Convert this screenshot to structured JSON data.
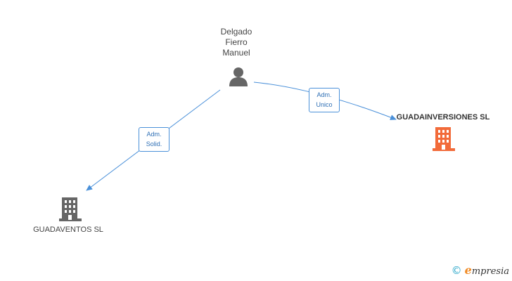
{
  "person": {
    "name_lines": [
      "Delgado",
      "Fierro",
      "Manuel"
    ],
    "icon": "person-icon"
  },
  "companies": [
    {
      "name": "GUADAINVERSIONES SL",
      "icon": "building-icon",
      "color": "#f26b3a"
    },
    {
      "name": "GUADAVENTOS SL",
      "icon": "building-icon",
      "color": "#666666"
    }
  ],
  "relations": [
    {
      "label_lines": [
        "Adm.",
        "Unico"
      ],
      "from": "person",
      "to": "GUADAINVERSIONES SL"
    },
    {
      "label_lines": [
        "Adm.",
        "Solid."
      ],
      "from": "person",
      "to": "GUADAVENTOS SL"
    }
  ],
  "colors": {
    "edge": "#4a90d9",
    "person": "#666666"
  },
  "brand": {
    "copyright": "©",
    "initial": "e",
    "rest": "mpresia"
  }
}
